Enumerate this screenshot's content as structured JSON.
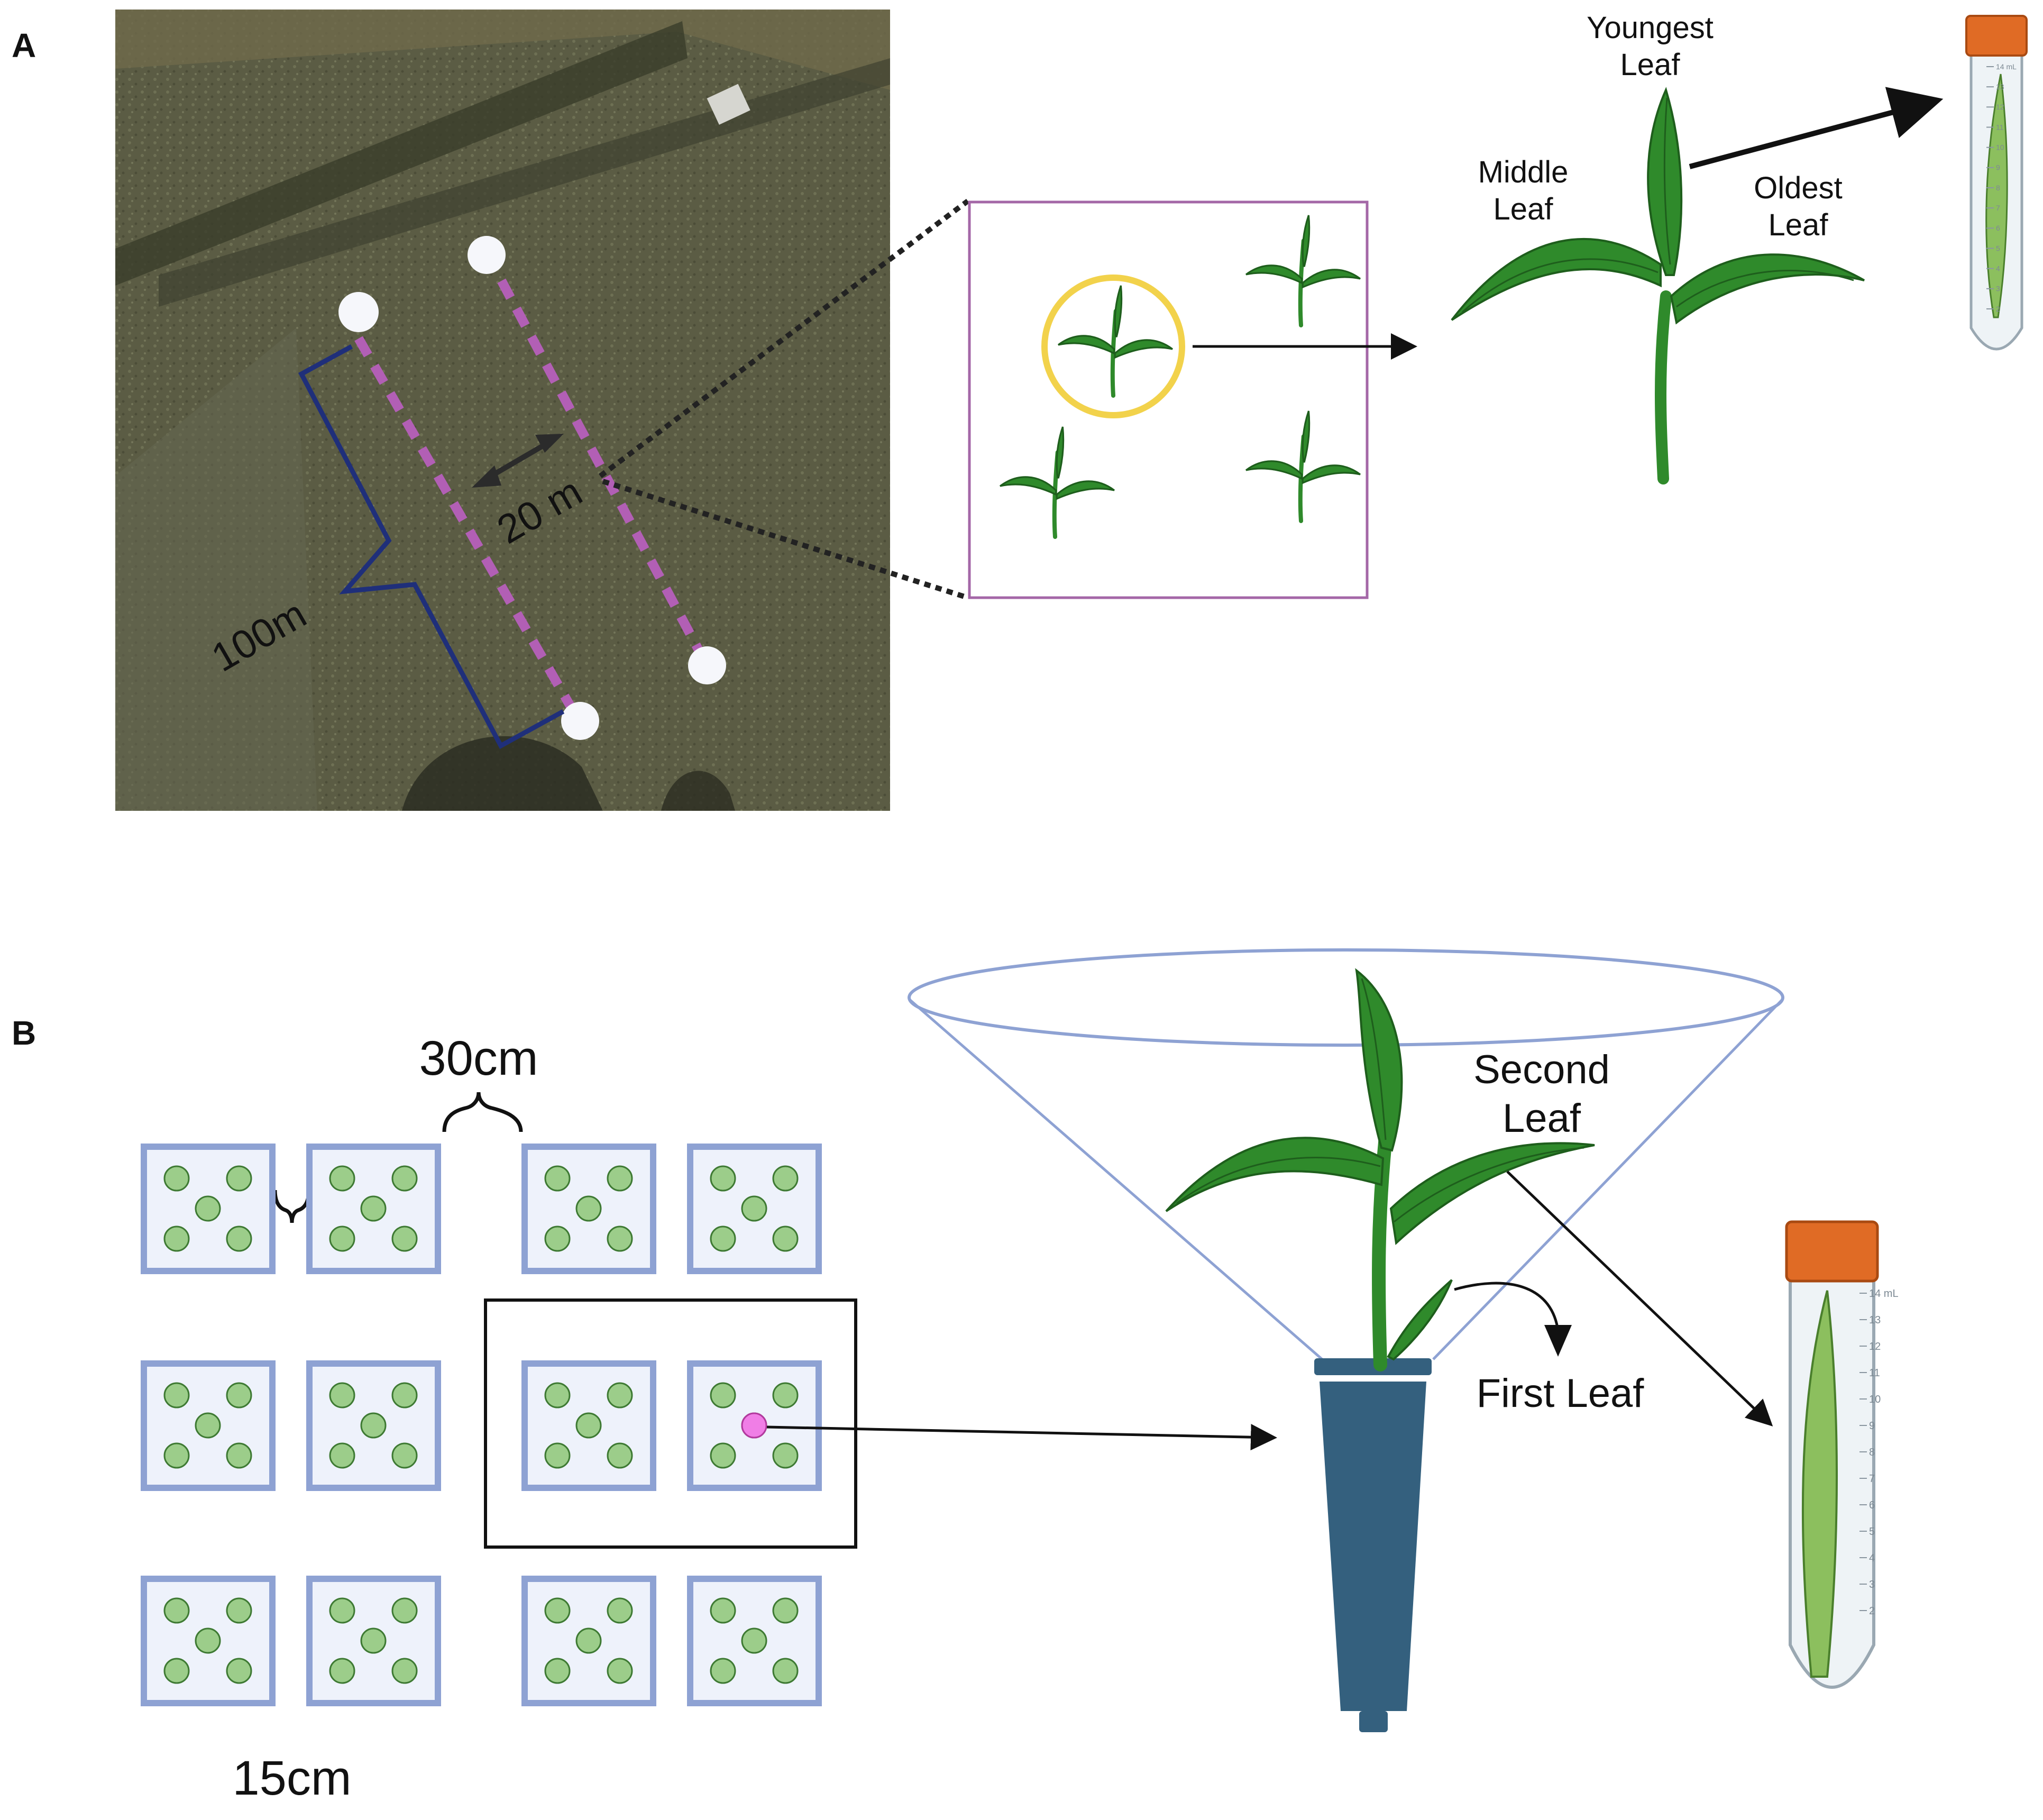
{
  "panels": {
    "a": "A",
    "b": "B"
  },
  "panel_a": {
    "distance_label_width": "20 m",
    "distance_label_length": "100m",
    "plant_labels": {
      "youngest_line1": "Youngest",
      "youngest_line2": "Leaf",
      "middle_line1": "Middle",
      "middle_line2": "Leaf",
      "oldest_line1": "Oldest",
      "oldest_line2": "Leaf"
    }
  },
  "panel_b": {
    "spacing_top": "30cm",
    "spacing_bottom": "15cm",
    "second_leaf_line1": "Second",
    "second_leaf_line2": "Leaf",
    "first_leaf": "First Leaf"
  },
  "tube_scale": [
    "14 mL",
    "13",
    "12",
    "11",
    "10",
    "9",
    "8",
    "7",
    "6",
    "5",
    "4",
    "3",
    "2"
  ],
  "colors": {
    "field_dark": "#4e4f3a",
    "field_light": "#6b6c50",
    "transect": "#b25fb5",
    "bracket": "#1f2f7a",
    "inset_border": "#a467a7",
    "highlight_ring": "#f2d24b",
    "pot_border": "#8ea2d3",
    "pot_fill": "#eef2fb",
    "plant_dot": "#9ccd8a",
    "selected_dot": "#f07ee6",
    "cone_body": "#34607e",
    "tube_cap": "#e06b25"
  }
}
